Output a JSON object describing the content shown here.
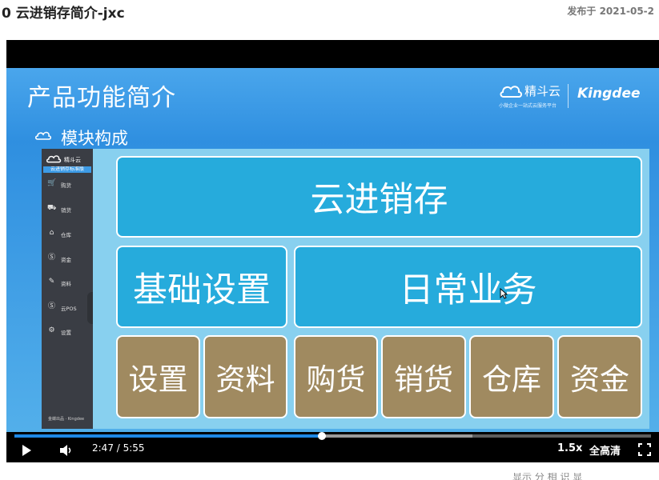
{
  "page": {
    "title": "0 云进销存简介-jxc",
    "publish_text": "发布于 2021-05-2"
  },
  "video": {
    "slide": {
      "title": "产品功能简介",
      "brand_name": "精斗云",
      "brand_slogan": "小微企业一站式云服务平台",
      "brand_kingdee": "Kingdee",
      "subtitle": "模块构成",
      "sidebar": {
        "logo_text": "精斗云",
        "highlight": "云进销存标准版",
        "items": [
          {
            "icon": "cart-icon",
            "glyph": "🛒",
            "label": "购货"
          },
          {
            "icon": "sale-cart-icon",
            "glyph": "⛟",
            "label": "销货"
          },
          {
            "icon": "warehouse-icon",
            "glyph": "⌂",
            "label": "仓库"
          },
          {
            "icon": "money-icon",
            "glyph": "Ⓢ",
            "label": "资金"
          },
          {
            "icon": "pencil-icon",
            "glyph": "✎",
            "label": "资料"
          },
          {
            "icon": "pos-icon",
            "glyph": "Ⓢ",
            "label": "云POS"
          },
          {
            "icon": "gear-icon",
            "glyph": "⚙",
            "label": "设置"
          }
        ],
        "footer": "金蝶出品 · Kingdee"
      },
      "modules": {
        "top": "云进销存",
        "left": "基础设置",
        "right": "日常业务",
        "items": [
          "设置",
          "资料",
          "购货",
          "销货",
          "仓库",
          "资金"
        ]
      }
    },
    "player": {
      "progress": 0.4827,
      "buffered": 0.72,
      "time_current": "2:47",
      "time_total": "5:55",
      "time_text": "2:47 / 5:55",
      "speed": "1.5x",
      "quality": "全高清"
    }
  },
  "footer_fragment": "显示 分  相 识 显",
  "colors": {
    "slide_blue": "#2f8fe0",
    "module_blue": "#26abdc",
    "module_brown": "#a08a60",
    "canvas_bg": "#88d0ef",
    "progress_blue": "#1e88e5",
    "sidebar_bg": "#3a3d44"
  }
}
